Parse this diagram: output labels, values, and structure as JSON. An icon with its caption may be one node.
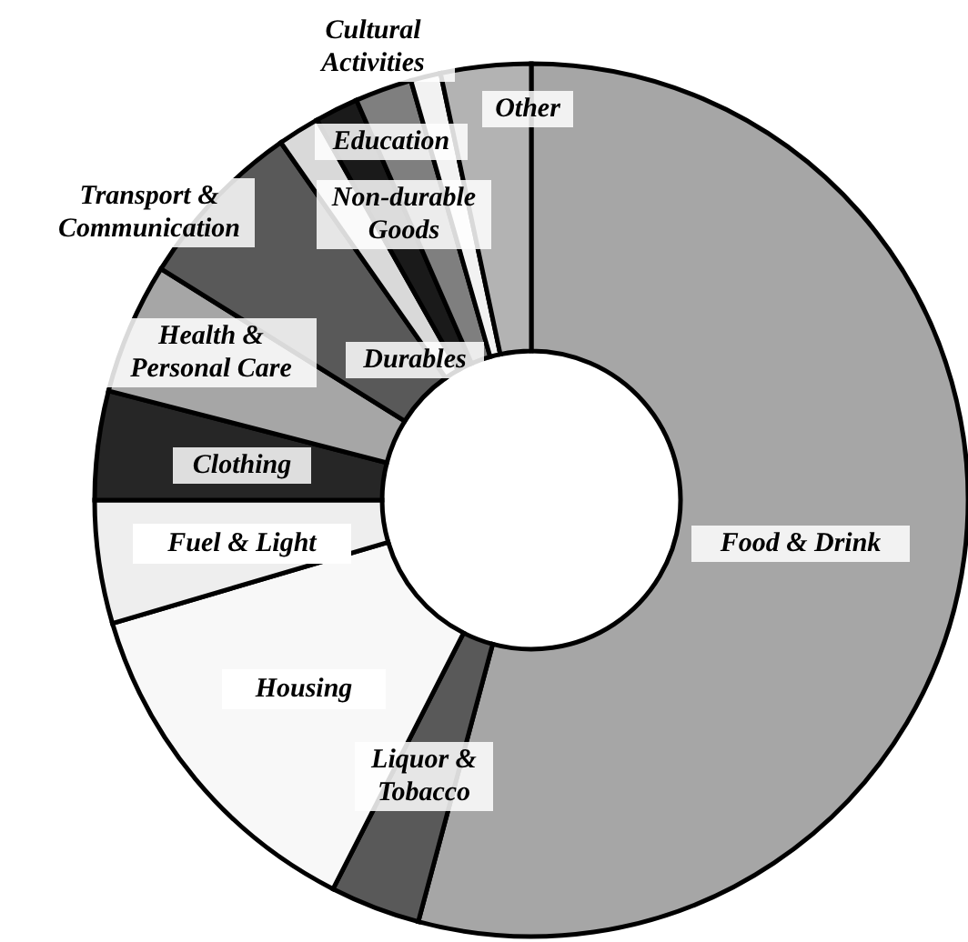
{
  "diagram": {
    "labels": [
      "Cultural Activities",
      "Other",
      "Education",
      "Transport & Communication",
      "Non-durable Goods",
      "Health & Personal Care",
      "Durables",
      "Clothing",
      "Fuel & Light",
      "Food & Drink",
      "Housing",
      "Liquor & Tobacco"
    ]
  }
}
